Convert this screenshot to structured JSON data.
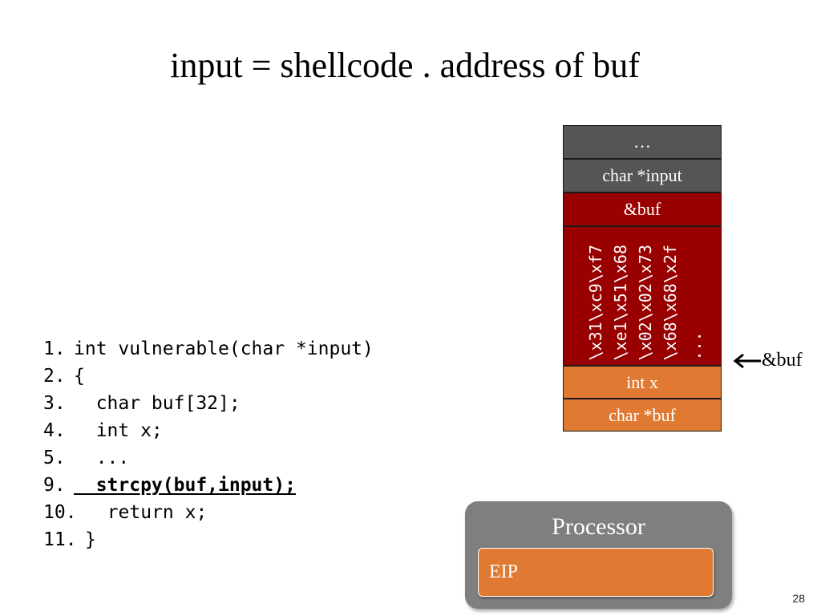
{
  "slide": {
    "title": "input = shellcode . address of buf",
    "number": "28"
  },
  "code": [
    {
      "num": "1.",
      "text": "int vulnerable(char *input)",
      "bold": false
    },
    {
      "num": "2.",
      "text": "{",
      "bold": false
    },
    {
      "num": "3.",
      "text": "  char buf[32];",
      "bold": false
    },
    {
      "num": "4.",
      "text": "  int x;",
      "bold": false
    },
    {
      "num": "5.",
      "text": "  ...",
      "bold": false
    },
    {
      "num": "9.",
      "text": "  strcpy(buf,input);",
      "bold": true
    },
    {
      "num": "10.",
      "text": "  return x;",
      "bold": false
    },
    {
      "num": "11.",
      "text": "}",
      "bold": false
    }
  ],
  "stack": {
    "top": "…",
    "input_param": "char *input",
    "return_addr": "&buf",
    "shellcode_lines": [
      "\\x31\\xc9\\xf7",
      "\\xe1\\x51\\x68",
      "\\x02\\x02\\x73",
      "\\x68\\x68\\x2f",
      "..."
    ],
    "local_x": "int x",
    "local_buf": "char *buf",
    "pointer_label": "&buf"
  },
  "processor": {
    "title": "Processor",
    "register": "EIP"
  },
  "colors": {
    "gray": "#555555",
    "red": "#990000",
    "orange": "#e07a33",
    "processor": "#7f7f7f"
  }
}
